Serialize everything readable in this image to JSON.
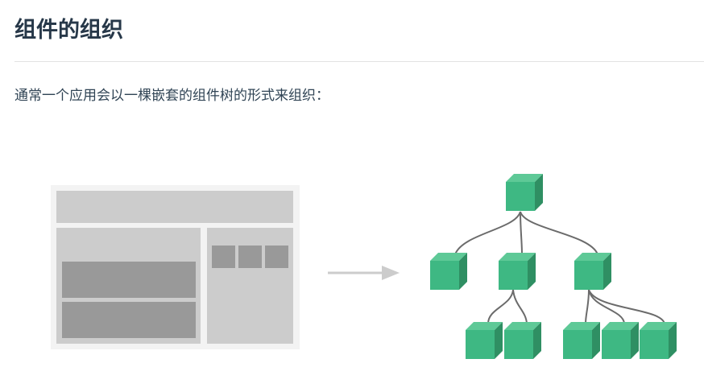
{
  "section": {
    "title": "组件的组织",
    "intro": "通常一个应用会以一棵嵌套的组件树的形式来组织："
  },
  "diagram": {
    "layout_mock": {
      "outer_color": "#f3f3f3",
      "panel_color": "#cccccc",
      "block_color": "#999999",
      "sidebar_tiles": 3,
      "content_blocks": 2
    },
    "arrow_color": "#cccccc",
    "tree": {
      "cube_front_color": "#3eb883",
      "cube_top_color": "#5ec997",
      "cube_side_color": "#2f8f63",
      "edge_color": "#6b6b6b",
      "root": {
        "children": [
          {
            "children": []
          },
          {
            "children": [
              {},
              {}
            ]
          },
          {
            "children": [
              {},
              {},
              {}
            ]
          }
        ]
      }
    }
  }
}
